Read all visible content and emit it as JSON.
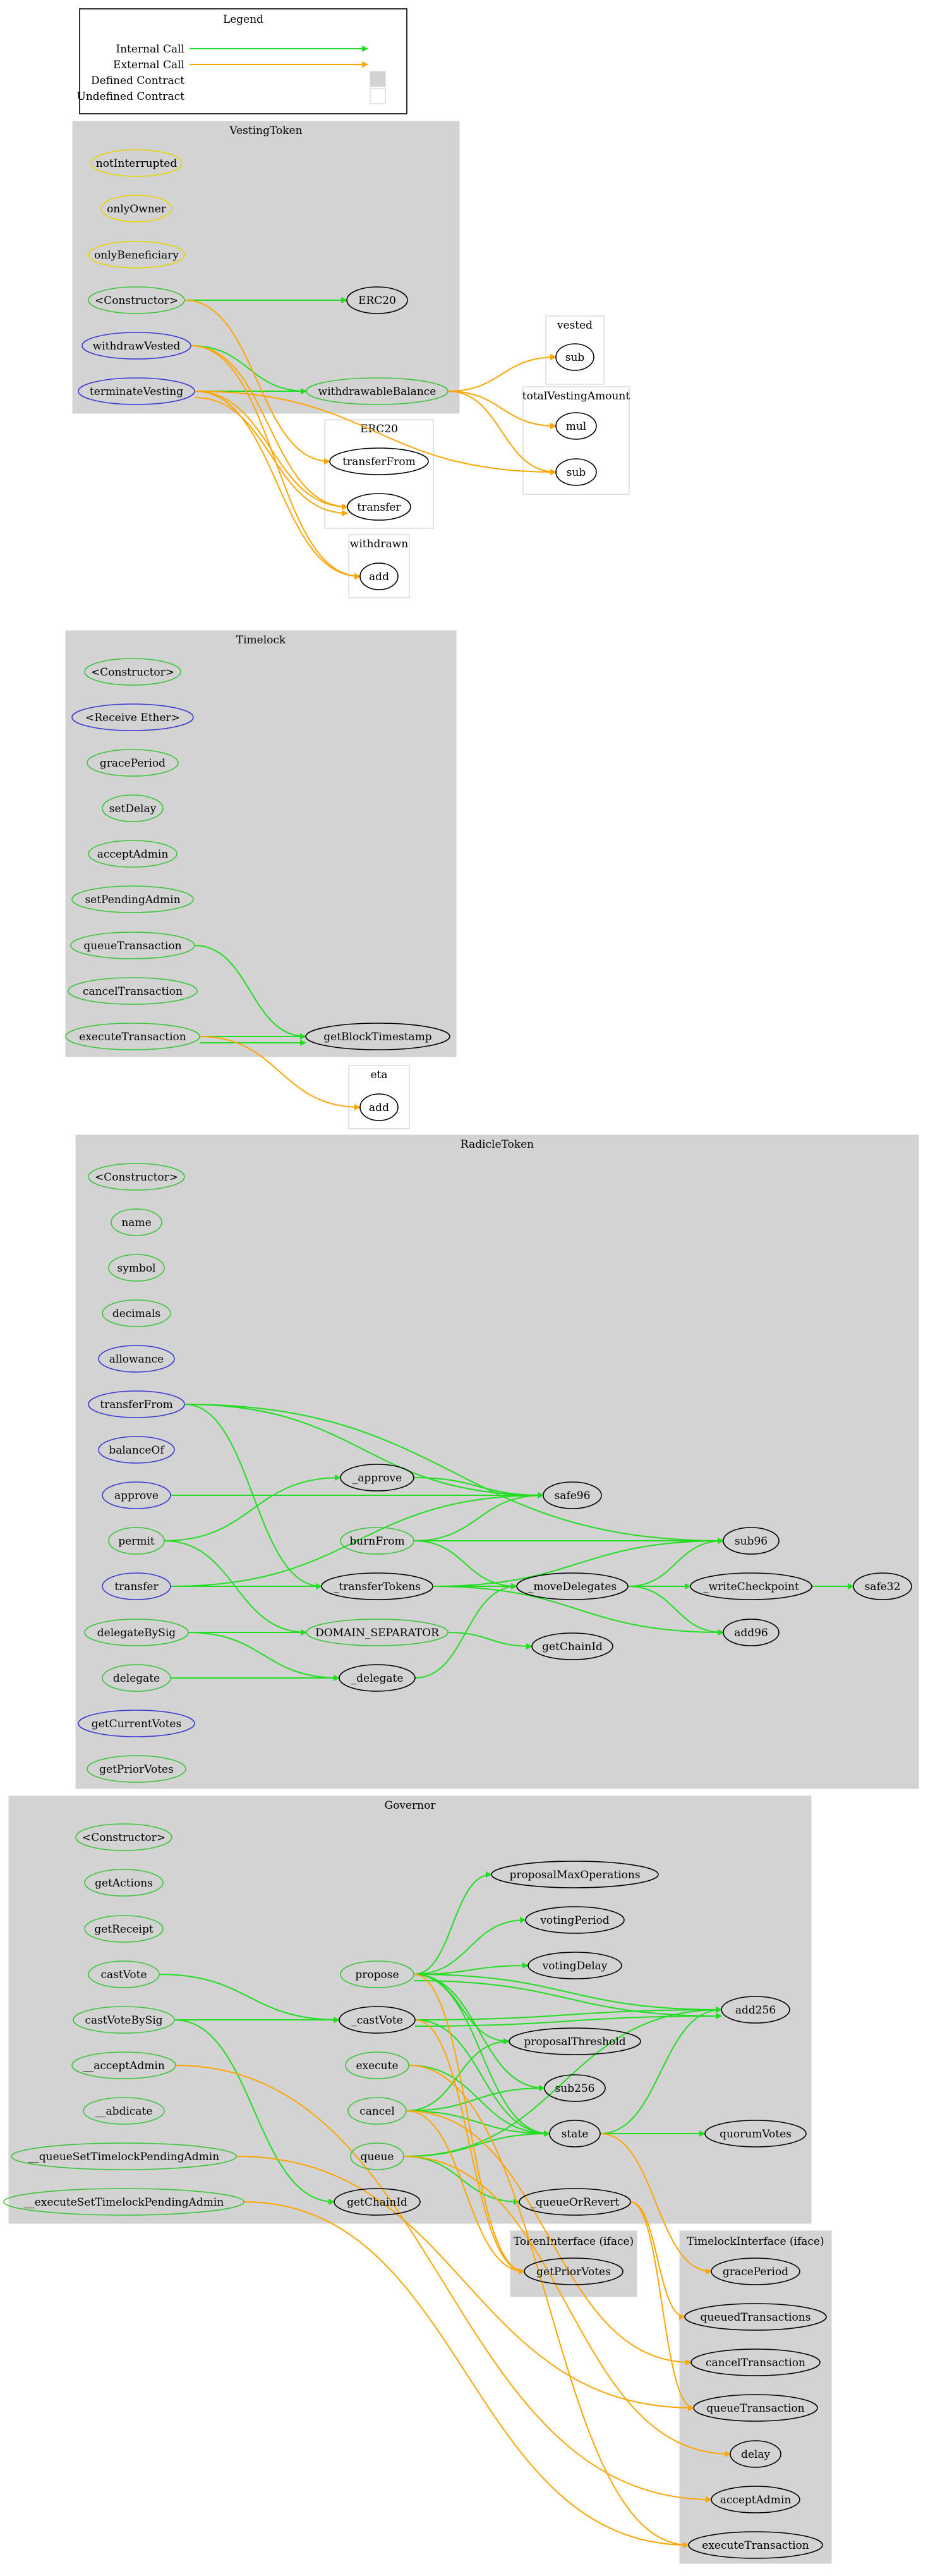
{
  "legend": {
    "title": "Legend",
    "items": [
      {
        "label": "Internal Call",
        "kind": "arrow",
        "color": "#22dd22"
      },
      {
        "label": "External Call",
        "kind": "arrow",
        "color": "#ffa500"
      },
      {
        "label": "Defined Contract",
        "kind": "box",
        "color": "#d3d3d3"
      },
      {
        "label": "Undefined Contract",
        "kind": "box",
        "color": "#ffffff"
      }
    ]
  },
  "colors": {
    "internal": "#22dd22",
    "external": "#ffa500",
    "defined_fill": "#d3d3d3",
    "modifier": "#e6d600",
    "public": "#3a3ad0",
    "internal_node": "#3cc43c",
    "plain": "#000000"
  },
  "clusters": [
    {
      "id": "c_vesting",
      "title": "VestingToken",
      "defined": true
    },
    {
      "id": "c_vested",
      "title": "vested",
      "defined": false
    },
    {
      "id": "c_tva",
      "title": "totalVestingAmount",
      "defined": false
    },
    {
      "id": "c_erc20",
      "title": "ERC20",
      "defined": false
    },
    {
      "id": "c_withdrawn",
      "title": "withdrawn",
      "defined": false
    },
    {
      "id": "c_timelock",
      "title": "Timelock",
      "defined": true
    },
    {
      "id": "c_eta",
      "title": "eta",
      "defined": false
    },
    {
      "id": "c_radicle",
      "title": "RadicleToken",
      "defined": true
    },
    {
      "id": "c_governor",
      "title": "Governor",
      "defined": true
    },
    {
      "id": "c_tokeniface",
      "title": "TokenInterface  (iface)",
      "defined": true
    },
    {
      "id": "c_tliface",
      "title": "TimelockInterface  (iface)",
      "defined": true
    }
  ],
  "nodes": [
    {
      "id": "vt_notInterrupted",
      "label": "notInterrupted",
      "style": "modifier"
    },
    {
      "id": "vt_onlyOwner",
      "label": "onlyOwner",
      "style": "modifier"
    },
    {
      "id": "vt_onlyBeneficiary",
      "label": "onlyBeneficiary",
      "style": "modifier"
    },
    {
      "id": "vt_ctor",
      "label": "<Constructor>",
      "style": "internal_node"
    },
    {
      "id": "vt_ERC20",
      "label": "ERC20",
      "style": "plain"
    },
    {
      "id": "vt_withdrawVested",
      "label": "withdrawVested",
      "style": "public"
    },
    {
      "id": "vt_terminateVesting",
      "label": "terminateVesting",
      "style": "public"
    },
    {
      "id": "vt_withdrawableBalance",
      "label": "withdrawableBalance",
      "style": "internal_node"
    },
    {
      "id": "vested_sub",
      "label": "sub",
      "style": "plain"
    },
    {
      "id": "tva_mul",
      "label": "mul",
      "style": "plain"
    },
    {
      "id": "tva_sub",
      "label": "sub",
      "style": "plain"
    },
    {
      "id": "erc_transferFrom",
      "label": "transferFrom",
      "style": "plain"
    },
    {
      "id": "erc_transfer",
      "label": "transfer",
      "style": "plain"
    },
    {
      "id": "wd_add",
      "label": "add",
      "style": "plain"
    },
    {
      "id": "tl_ctor",
      "label": "<Constructor>",
      "style": "internal_node"
    },
    {
      "id": "tl_receive",
      "label": "<Receive Ether>",
      "style": "public"
    },
    {
      "id": "tl_gracePeriod",
      "label": "gracePeriod",
      "style": "internal_node"
    },
    {
      "id": "tl_setDelay",
      "label": "setDelay",
      "style": "internal_node"
    },
    {
      "id": "tl_acceptAdmin",
      "label": "acceptAdmin",
      "style": "internal_node"
    },
    {
      "id": "tl_setPendingAdmin",
      "label": "setPendingAdmin",
      "style": "internal_node"
    },
    {
      "id": "tl_queueTransaction",
      "label": "queueTransaction",
      "style": "internal_node"
    },
    {
      "id": "tl_cancelTransaction",
      "label": "cancelTransaction",
      "style": "internal_node"
    },
    {
      "id": "tl_executeTransaction",
      "label": "executeTransaction",
      "style": "internal_node"
    },
    {
      "id": "tl_getBlockTimestamp",
      "label": "getBlockTimestamp",
      "style": "plain"
    },
    {
      "id": "eta_add",
      "label": "add",
      "style": "plain"
    },
    {
      "id": "rt_ctor",
      "label": "<Constructor>",
      "style": "internal_node"
    },
    {
      "id": "rt_name",
      "label": "name",
      "style": "internal_node"
    },
    {
      "id": "rt_symbol",
      "label": "symbol",
      "style": "internal_node"
    },
    {
      "id": "rt_decimals",
      "label": "decimals",
      "style": "internal_node"
    },
    {
      "id": "rt_allowance",
      "label": "allowance",
      "style": "public"
    },
    {
      "id": "rt_transferFrom",
      "label": "transferFrom",
      "style": "public"
    },
    {
      "id": "rt_balanceOf",
      "label": "balanceOf",
      "style": "public"
    },
    {
      "id": "rt_approve",
      "label": "approve",
      "style": "public"
    },
    {
      "id": "rt_permit",
      "label": "permit",
      "style": "internal_node"
    },
    {
      "id": "rt_transfer",
      "label": "transfer",
      "style": "public"
    },
    {
      "id": "rt_delegateBySig",
      "label": "delegateBySig",
      "style": "internal_node"
    },
    {
      "id": "rt_delegate",
      "label": "delegate",
      "style": "internal_node"
    },
    {
      "id": "rt_getCurrentVotes",
      "label": "getCurrentVotes",
      "style": "public"
    },
    {
      "id": "rt_getPriorVotes",
      "label": "getPriorVotes",
      "style": "internal_node"
    },
    {
      "id": "rt__approve",
      "label": "_approve",
      "style": "plain"
    },
    {
      "id": "rt_burnFrom",
      "label": "burnFrom",
      "style": "internal_node"
    },
    {
      "id": "rt__transferTokens",
      "label": "_transferTokens",
      "style": "plain"
    },
    {
      "id": "rt_DOMAIN",
      "label": "DOMAIN_SEPARATOR",
      "style": "internal_node"
    },
    {
      "id": "rt__delegate",
      "label": "_delegate",
      "style": "plain"
    },
    {
      "id": "rt_safe96",
      "label": "safe96",
      "style": "plain"
    },
    {
      "id": "rt__moveDelegates",
      "label": "_moveDelegates",
      "style": "plain"
    },
    {
      "id": "rt_getChainId",
      "label": "getChainId",
      "style": "plain"
    },
    {
      "id": "rt_sub96",
      "label": "sub96",
      "style": "plain"
    },
    {
      "id": "rt__writeCheckpoint",
      "label": "_writeCheckpoint",
      "style": "plain"
    },
    {
      "id": "rt_add96",
      "label": "add96",
      "style": "plain"
    },
    {
      "id": "rt_safe32",
      "label": "safe32",
      "style": "plain"
    },
    {
      "id": "gv_ctor",
      "label": "<Constructor>",
      "style": "internal_node"
    },
    {
      "id": "gv_getActions",
      "label": "getActions",
      "style": "internal_node"
    },
    {
      "id": "gv_getReceipt",
      "label": "getReceipt",
      "style": "internal_node"
    },
    {
      "id": "gv_castVote",
      "label": "castVote",
      "style": "internal_node"
    },
    {
      "id": "gv_castVoteBySig",
      "label": "castVoteBySig",
      "style": "internal_node"
    },
    {
      "id": "gv___acceptAdmin",
      "label": "__acceptAdmin",
      "style": "internal_node"
    },
    {
      "id": "gv___abdicate",
      "label": "__abdicate",
      "style": "internal_node"
    },
    {
      "id": "gv___queueSet",
      "label": "__queueSetTimelockPendingAdmin",
      "style": "internal_node"
    },
    {
      "id": "gv___executeSet",
      "label": "__executeSetTimelockPendingAdmin",
      "style": "internal_node"
    },
    {
      "id": "gv_propose",
      "label": "propose",
      "style": "internal_node"
    },
    {
      "id": "gv__castVote",
      "label": "_castVote",
      "style": "plain"
    },
    {
      "id": "gv_execute",
      "label": "execute",
      "style": "internal_node"
    },
    {
      "id": "gv_cancel",
      "label": "cancel",
      "style": "internal_node"
    },
    {
      "id": "gv_queue",
      "label": "queue",
      "style": "internal_node"
    },
    {
      "id": "gv_getChainId",
      "label": "getChainId",
      "style": "plain"
    },
    {
      "id": "gv_proposalMaxOperations",
      "label": "proposalMaxOperations",
      "style": "plain"
    },
    {
      "id": "gv_votingPeriod",
      "label": "votingPeriod",
      "style": "plain"
    },
    {
      "id": "gv_votingDelay",
      "label": "votingDelay",
      "style": "plain"
    },
    {
      "id": "gv_proposalThreshold",
      "label": "proposalThreshold",
      "style": "plain"
    },
    {
      "id": "gv_sub256",
      "label": "sub256",
      "style": "plain"
    },
    {
      "id": "gv_state",
      "label": "state",
      "style": "plain"
    },
    {
      "id": "gv__queueOrRevert",
      "label": "_queueOrRevert",
      "style": "plain"
    },
    {
      "id": "gv_add256",
      "label": "add256",
      "style": "plain"
    },
    {
      "id": "gv_quorumVotes",
      "label": "quorumVotes",
      "style": "plain"
    },
    {
      "id": "ti_getPriorVotes",
      "label": "getPriorVotes",
      "style": "plain"
    },
    {
      "id": "tli_gracePeriod",
      "label": "gracePeriod",
      "style": "plain"
    },
    {
      "id": "tli_queuedTransactions",
      "label": "queuedTransactions",
      "style": "plain"
    },
    {
      "id": "tli_cancelTransaction",
      "label": "cancelTransaction",
      "style": "plain"
    },
    {
      "id": "tli_queueTransaction",
      "label": "queueTransaction",
      "style": "plain"
    },
    {
      "id": "tli_delay",
      "label": "delay",
      "style": "plain"
    },
    {
      "id": "tli_acceptAdmin",
      "label": "acceptAdmin",
      "style": "plain"
    },
    {
      "id": "tli_executeTransaction",
      "label": "executeTransaction",
      "style": "plain"
    }
  ],
  "edges": [
    {
      "from": "vt_ctor",
      "to": "vt_ERC20",
      "kind": "internal"
    },
    {
      "from": "vt_withdrawVested",
      "to": "vt_withdrawableBalance",
      "kind": "internal"
    },
    {
      "from": "vt_terminateVesting",
      "to": "vt_withdrawableBalance",
      "kind": "internal"
    },
    {
      "from": "vt_withdrawableBalance",
      "to": "vested_sub",
      "kind": "external"
    },
    {
      "from": "vt_withdrawableBalance",
      "to": "tva_mul",
      "kind": "external"
    },
    {
      "from": "vt_withdrawableBalance",
      "to": "tva_sub",
      "kind": "external"
    },
    {
      "from": "vt_ctor",
      "to": "erc_transferFrom",
      "kind": "external"
    },
    {
      "from": "vt_withdrawVested",
      "to": "erc_transfer",
      "kind": "external"
    },
    {
      "from": "vt_withdrawVested",
      "to": "wd_add",
      "kind": "external"
    },
    {
      "from": "vt_terminateVesting",
      "to": "erc_transfer",
      "kind": "external"
    },
    {
      "from": "vt_terminateVesting",
      "to": "erc_transfer",
      "kind": "external"
    },
    {
      "from": "vt_terminateVesting",
      "to": "wd_add",
      "kind": "external"
    },
    {
      "from": "vt_terminateVesting",
      "to": "tva_sub",
      "kind": "external"
    },
    {
      "from": "tl_queueTransaction",
      "to": "tl_getBlockTimestamp",
      "kind": "internal"
    },
    {
      "from": "tl_executeTransaction",
      "to": "tl_getBlockTimestamp",
      "kind": "internal"
    },
    {
      "from": "tl_executeTransaction",
      "to": "tl_getBlockTimestamp",
      "kind": "internal"
    },
    {
      "from": "tl_executeTransaction",
      "to": "eta_add",
      "kind": "external"
    },
    {
      "from": "rt_transferFrom",
      "to": "rt_safe96",
      "kind": "internal"
    },
    {
      "from": "rt_transferFrom",
      "to": "rt_sub96",
      "kind": "internal"
    },
    {
      "from": "rt_transferFrom",
      "to": "rt__transferTokens",
      "kind": "internal"
    },
    {
      "from": "rt_approve",
      "to": "rt_safe96",
      "kind": "internal"
    },
    {
      "from": "rt_permit",
      "to": "rt__approve",
      "kind": "internal"
    },
    {
      "from": "rt_permit",
      "to": "rt_DOMAIN",
      "kind": "internal"
    },
    {
      "from": "rt_transfer",
      "to": "rt_safe96",
      "kind": "internal"
    },
    {
      "from": "rt_transfer",
      "to": "rt__transferTokens",
      "kind": "internal"
    },
    {
      "from": "rt_delegateBySig",
      "to": "rt_DOMAIN",
      "kind": "internal"
    },
    {
      "from": "rt_delegateBySig",
      "to": "rt__delegate",
      "kind": "internal"
    },
    {
      "from": "rt_delegate",
      "to": "rt__delegate",
      "kind": "internal"
    },
    {
      "from": "rt__approve",
      "to": "rt_safe96",
      "kind": "internal"
    },
    {
      "from": "rt_burnFrom",
      "to": "rt_safe96",
      "kind": "internal"
    },
    {
      "from": "rt_burnFrom",
      "to": "rt_sub96",
      "kind": "internal"
    },
    {
      "from": "rt_burnFrom",
      "to": "rt__moveDelegates",
      "kind": "internal"
    },
    {
      "from": "rt__transferTokens",
      "to": "rt_sub96",
      "kind": "internal"
    },
    {
      "from": "rt__transferTokens",
      "to": "rt__moveDelegates",
      "kind": "internal"
    },
    {
      "from": "rt__transferTokens",
      "to": "rt_add96",
      "kind": "internal"
    },
    {
      "from": "rt_DOMAIN",
      "to": "rt_getChainId",
      "kind": "internal"
    },
    {
      "from": "rt__delegate",
      "to": "rt__moveDelegates",
      "kind": "internal"
    },
    {
      "from": "rt__moveDelegates",
      "to": "rt_sub96",
      "kind": "internal"
    },
    {
      "from": "rt__moveDelegates",
      "to": "rt__writeCheckpoint",
      "kind": "internal"
    },
    {
      "from": "rt__moveDelegates",
      "to": "rt_add96",
      "kind": "internal"
    },
    {
      "from": "rt__writeCheckpoint",
      "to": "rt_safe32",
      "kind": "internal"
    },
    {
      "from": "gv_castVote",
      "to": "gv__castVote",
      "kind": "internal"
    },
    {
      "from": "gv_castVoteBySig",
      "to": "gv__castVote",
      "kind": "internal"
    },
    {
      "from": "gv_castVoteBySig",
      "to": "gv_getChainId",
      "kind": "internal"
    },
    {
      "from": "gv_propose",
      "to": "gv_proposalMaxOperations",
      "kind": "internal"
    },
    {
      "from": "gv_propose",
      "to": "gv_votingPeriod",
      "kind": "internal"
    },
    {
      "from": "gv_propose",
      "to": "gv_votingDelay",
      "kind": "internal"
    },
    {
      "from": "gv_propose",
      "to": "gv_proposalThreshold",
      "kind": "internal"
    },
    {
      "from": "gv_propose",
      "to": "gv_add256",
      "kind": "internal"
    },
    {
      "from": "gv_propose",
      "to": "gv_add256",
      "kind": "internal"
    },
    {
      "from": "gv_propose",
      "to": "gv_state",
      "kind": "internal"
    },
    {
      "from": "gv_propose",
      "to": "gv_sub256",
      "kind": "internal"
    },
    {
      "from": "gv__castVote",
      "to": "gv_add256",
      "kind": "internal"
    },
    {
      "from": "gv__castVote",
      "to": "gv_add256",
      "kind": "internal"
    },
    {
      "from": "gv__castVote",
      "to": "gv_state",
      "kind": "internal"
    },
    {
      "from": "gv_execute",
      "to": "gv_state",
      "kind": "internal"
    },
    {
      "from": "gv_cancel",
      "to": "gv_state",
      "kind": "internal"
    },
    {
      "from": "gv_cancel",
      "to": "gv_proposalThreshold",
      "kind": "internal"
    },
    {
      "from": "gv_cancel",
      "to": "gv_sub256",
      "kind": "internal"
    },
    {
      "from": "gv_queue",
      "to": "gv_state",
      "kind": "internal"
    },
    {
      "from": "gv_queue",
      "to": "gv__queueOrRevert",
      "kind": "internal"
    },
    {
      "from": "gv_queue",
      "to": "gv_add256",
      "kind": "internal"
    },
    {
      "from": "gv_state",
      "to": "gv_quorumVotes",
      "kind": "internal"
    },
    {
      "from": "gv_state",
      "to": "gv_add256",
      "kind": "internal"
    },
    {
      "from": "gv_propose",
      "to": "ti_getPriorVotes",
      "kind": "external"
    },
    {
      "from": "gv__castVote",
      "to": "ti_getPriorVotes",
      "kind": "external"
    },
    {
      "from": "gv_cancel",
      "to": "ti_getPriorVotes",
      "kind": "external"
    },
    {
      "from": "gv_state",
      "to": "tli_gracePeriod",
      "kind": "external"
    },
    {
      "from": "gv__queueOrRevert",
      "to": "tli_queuedTransactions",
      "kind": "external"
    },
    {
      "from": "gv__queueOrRevert",
      "to": "tli_queueTransaction",
      "kind": "external"
    },
    {
      "from": "gv_cancel",
      "to": "tli_cancelTransaction",
      "kind": "external"
    },
    {
      "from": "gv_queue",
      "to": "tli_delay",
      "kind": "external"
    },
    {
      "from": "gv___acceptAdmin",
      "to": "tli_acceptAdmin",
      "kind": "external"
    },
    {
      "from": "gv___queueSet",
      "to": "tli_queueTransaction",
      "kind": "external"
    },
    {
      "from": "gv___executeSet",
      "to": "tli_executeTransaction",
      "kind": "external"
    },
    {
      "from": "gv_execute",
      "to": "tli_executeTransaction",
      "kind": "external"
    }
  ]
}
